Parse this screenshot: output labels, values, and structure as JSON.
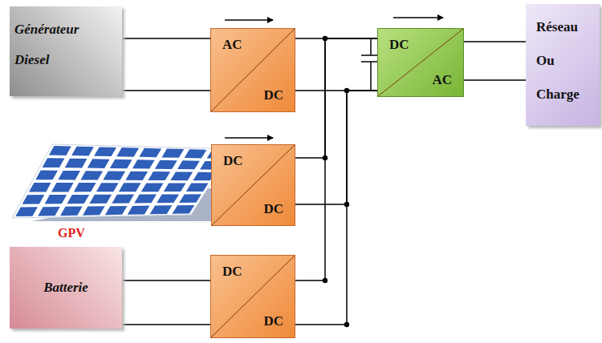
{
  "diagram": {
    "nodes": [
      {
        "text": [
          "Générateur Diesel"
        ]
      },
      {
        "text": [
          "AC",
          "DC"
        ]
      },
      {
        "text": [
          "DC",
          "AC"
        ]
      },
      {
        "text": [
          "Réseau Ou Charge"
        ]
      },
      {
        "text": [
          "DC",
          "DC"
        ]
      },
      {
        "text": [
          "Batterie"
        ]
      },
      {
        "text": [
          "DC",
          "DC"
        ]
      }
    ],
    "edges": [
      {
        "from": 0,
        "to": 1,
        "arrow": "none"
      },
      {
        "from": 1,
        "to": 2,
        "arrow": "none"
      },
      {
        "from": 4,
        "to": 2,
        "arrow": "none"
      },
      {
        "from": 6,
        "to": 2,
        "arrow": "none"
      },
      {
        "from": 2,
        "to": 3,
        "arrow": "none"
      },
      {
        "from": 5,
        "to": 6,
        "arrow": "none"
      }
    ],
    "labels": [
      "GPV"
    ]
  }
}
